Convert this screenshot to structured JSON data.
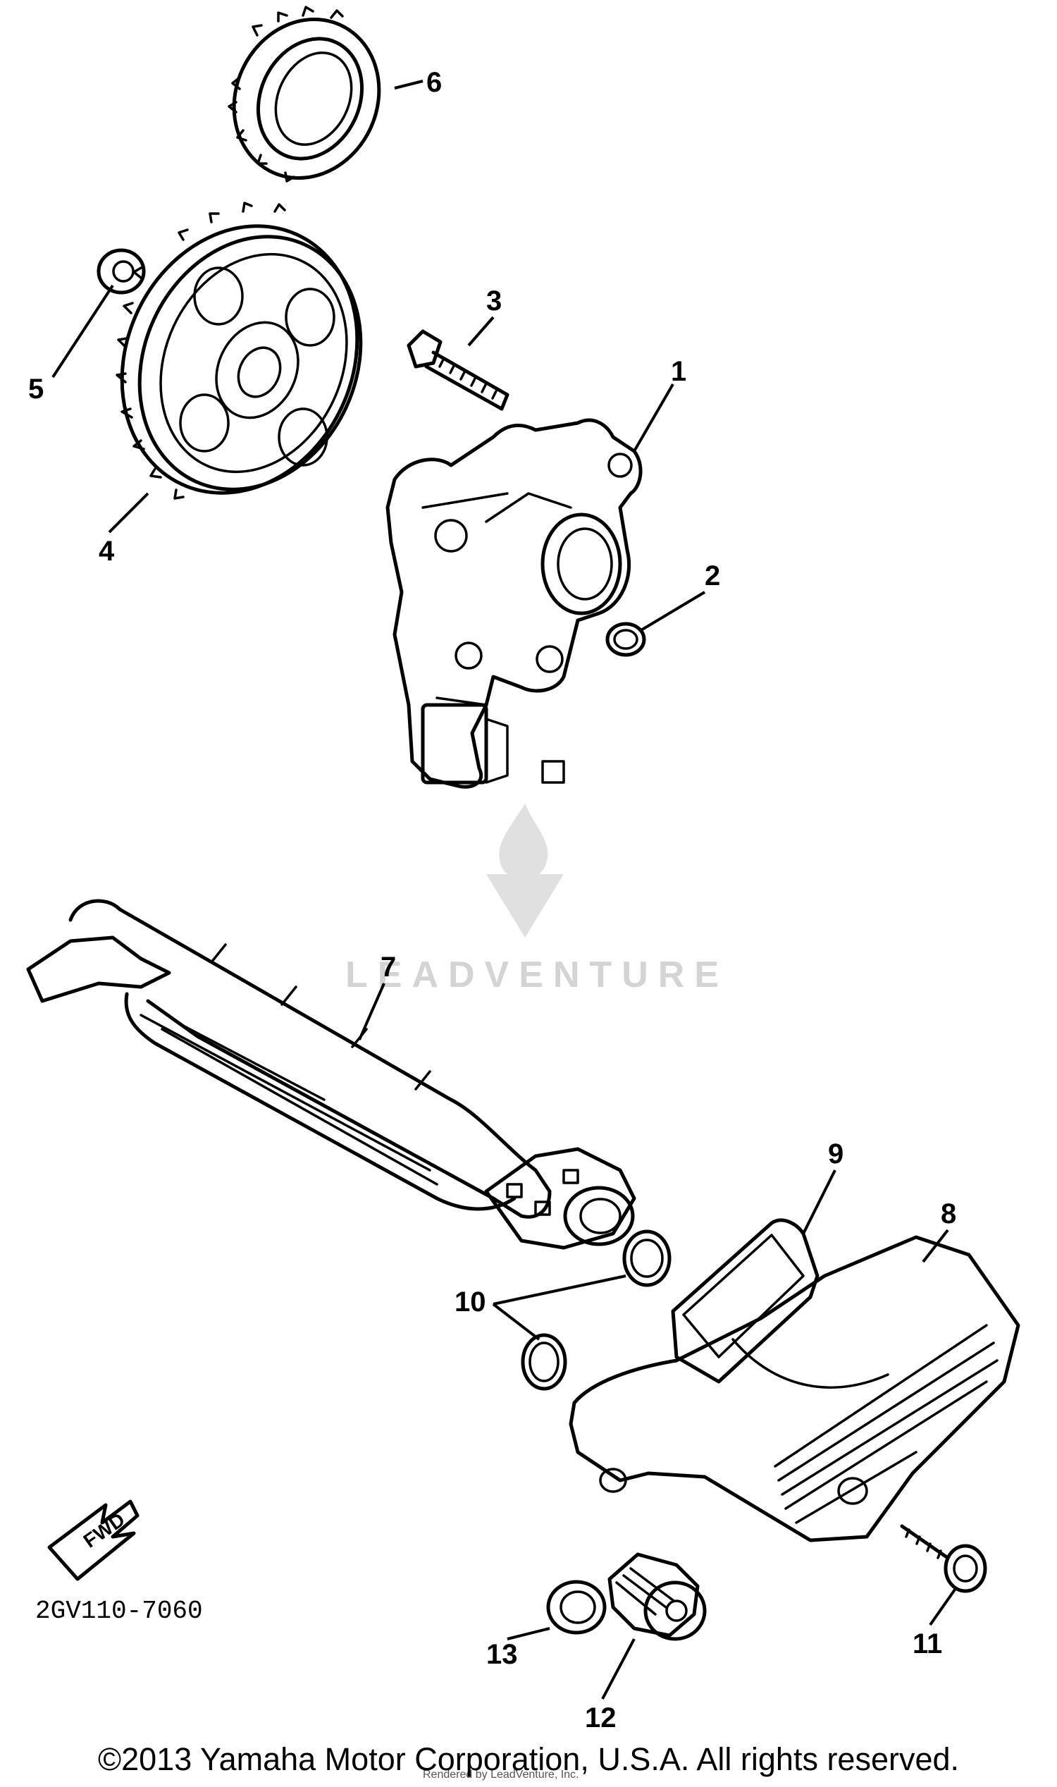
{
  "callouts": {
    "p1": "1",
    "p2": "2",
    "p3": "3",
    "p4": "4",
    "p5": "5",
    "p6": "6",
    "p7": "7",
    "p8": "8",
    "p9": "9",
    "p10": "10",
    "p11": "11",
    "p12": "12",
    "p13": "13"
  },
  "arrow_label": "FWD",
  "diagram_code": "2GV110-7060",
  "watermark": "LEADVENTURE",
  "credit_line": "Rendered by LeadVenture, Inc.",
  "copyright": "©2013 Yamaha Motor Corporation, U.S.A. All rights reserved."
}
